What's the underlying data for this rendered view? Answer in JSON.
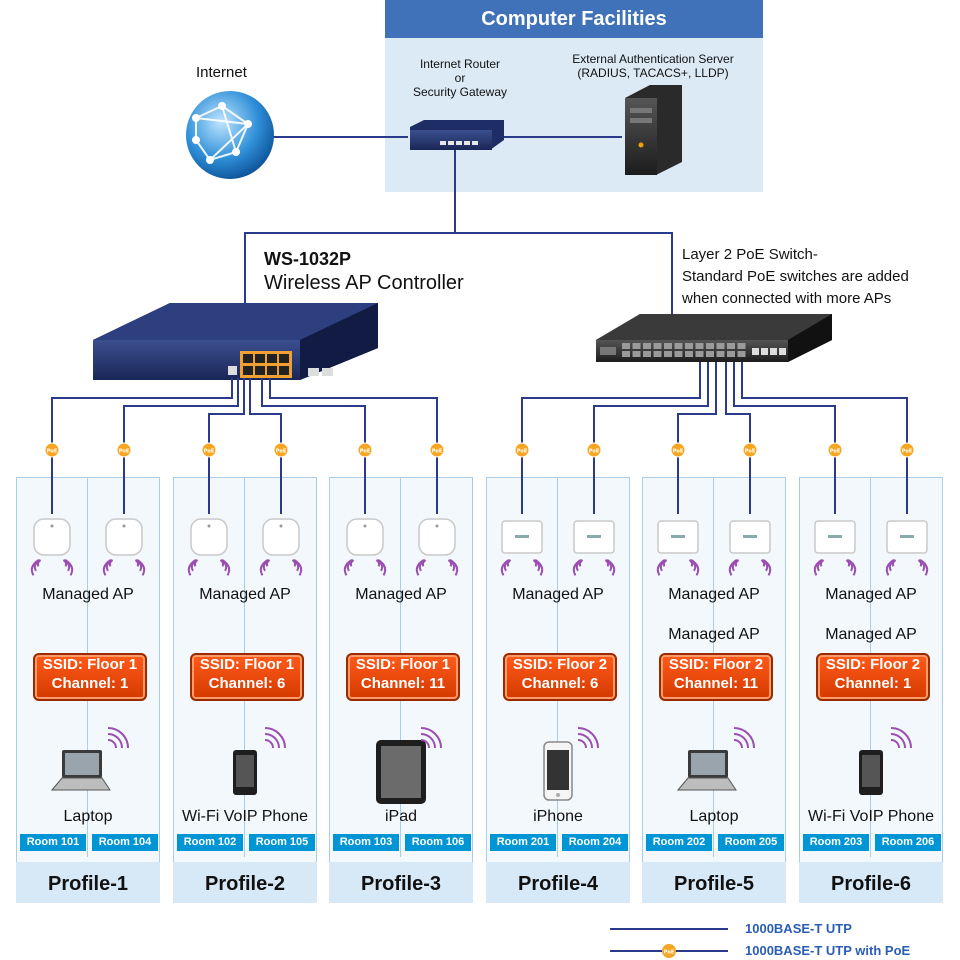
{
  "computer_facilities": {
    "title": "Computer Facilities",
    "router_label": [
      "Internet Router",
      "or",
      "Security Gateway"
    ],
    "server_label": [
      "External Authentication Server",
      "(RADIUS, TACACS+, LLDP)"
    ]
  },
  "internet_label": "Internet",
  "controller": {
    "model": "WS-1032P",
    "desc": "Wireless AP Controller"
  },
  "switch_label": [
    "Layer 2 PoE Switch-",
    "Standard PoE switches are added",
    "when connected with more APs"
  ],
  "poe_badge": "PoE",
  "profiles": [
    {
      "name": "Profile-1",
      "ap_labels": [
        "Managed AP"
      ],
      "ssid": "SSID: Floor 1",
      "channel": "Channel: 1",
      "device": "Laptop",
      "device_type": "laptop",
      "rooms": [
        "Room 101",
        "Room 104"
      ]
    },
    {
      "name": "Profile-2",
      "ap_labels": [
        "Managed AP"
      ],
      "ssid": "SSID: Floor 1",
      "channel": "Channel: 6",
      "device": "Wi-Fi VoIP Phone",
      "device_type": "phone",
      "rooms": [
        "Room 102",
        "Room 105"
      ]
    },
    {
      "name": "Profile-3",
      "ap_labels": [
        "Managed AP"
      ],
      "ssid": "SSID: Floor 1",
      "channel": "Channel: 11",
      "device": "iPad",
      "device_type": "tablet",
      "rooms": [
        "Room 103",
        "Room 106"
      ]
    },
    {
      "name": "Profile-4",
      "ap_labels": [
        "Managed AP"
      ],
      "ssid": "SSID: Floor 2",
      "channel": "Channel: 6",
      "device": "iPhone",
      "device_type": "smartphone",
      "rooms": [
        "Room 201",
        "Room 204"
      ]
    },
    {
      "name": "Profile-5",
      "ap_labels": [
        "Managed AP",
        "Managed AP"
      ],
      "ssid": "SSID: Floor 2",
      "channel": "Channel: 11",
      "device": "Laptop",
      "device_type": "laptop",
      "rooms": [
        "Room 202",
        "Room 205"
      ]
    },
    {
      "name": "Profile-6",
      "ap_labels": [
        "Managed AP",
        "Managed AP"
      ],
      "ssid": "SSID: Floor 2",
      "channel": "Channel: 1",
      "device": "Wi-Fi VoIP Phone",
      "device_type": "phone",
      "rooms": [
        "Room 203",
        "Room 206"
      ]
    }
  ],
  "legend": [
    {
      "label": "1000BASE-T UTP",
      "poe": false
    },
    {
      "label": "1000BASE-T UTP with PoE",
      "poe": true
    }
  ],
  "colors": {
    "facility_bg": "#dceaf6",
    "facility_title": "#3f72b8",
    "line": "#2b3b8c",
    "ssid_orange": "#e84a0a",
    "room_blue": "#0096d6",
    "legend_text": "#2a5eb5",
    "poe_yellow": "#f5a623"
  }
}
